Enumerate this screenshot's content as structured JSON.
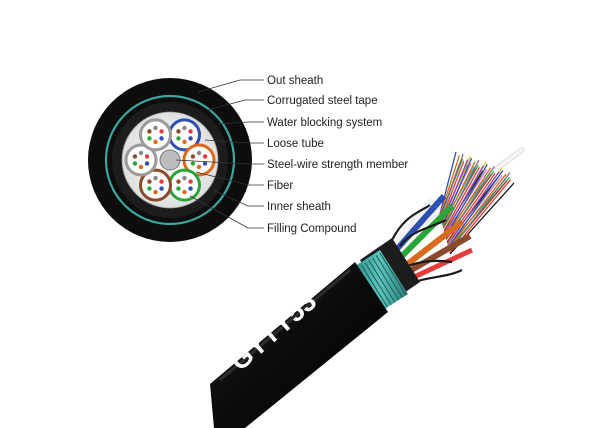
{
  "diagram": {
    "labels": [
      "Out sheath",
      "Corrugated steel tape",
      "Water blocking system",
      "Loose tube",
      "Steel-wire strength member",
      "Fiber",
      "Inner sheath",
      "Filling Compound"
    ],
    "cable_code": "GYTY53",
    "tube_colors": [
      "#2d4fb3",
      "#d96a1e",
      "#2aa53a",
      "#8b4a2b",
      "#e8e8e8",
      "#dcdcdc"
    ],
    "sheath_color": "#0b0b0b",
    "tape_color": "#3aa7a0"
  }
}
